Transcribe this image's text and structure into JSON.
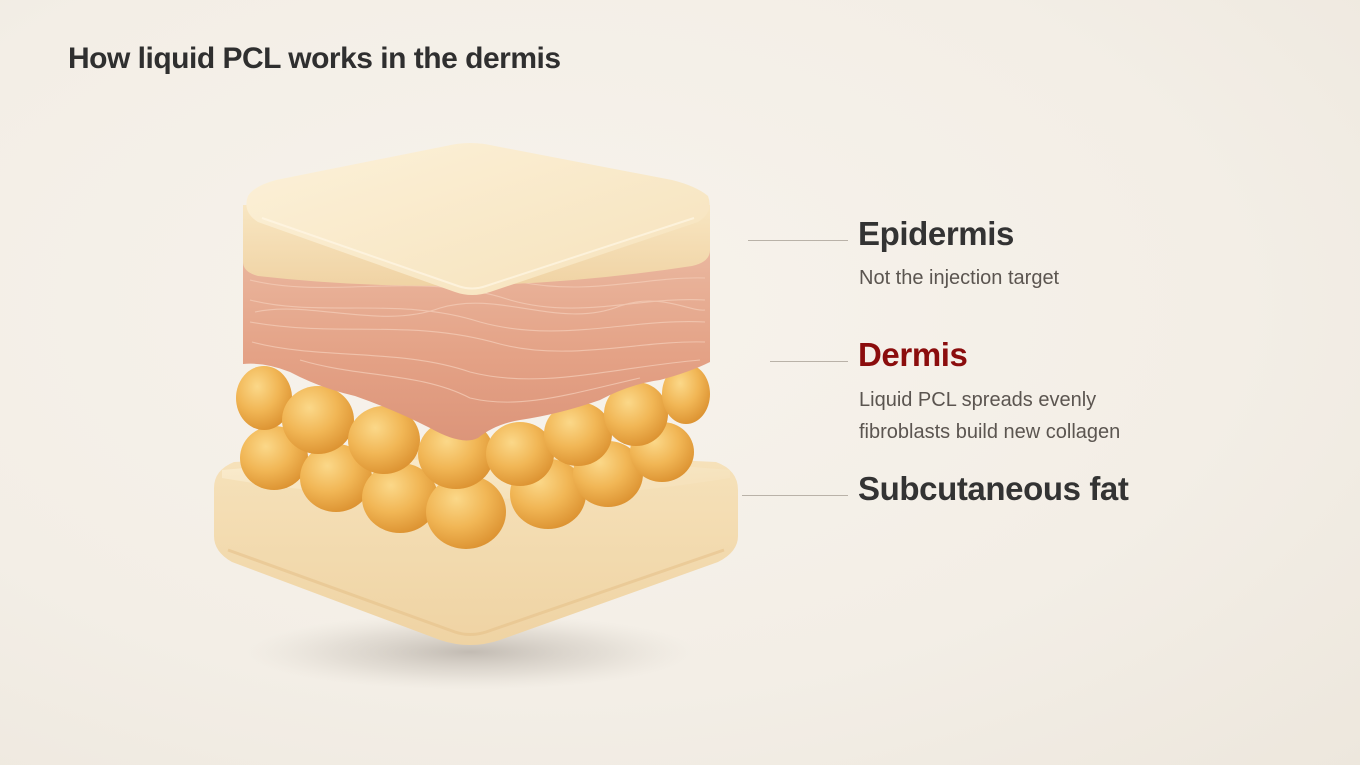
{
  "page": {
    "title": "How liquid PCL works in the dermis"
  },
  "layers": [
    {
      "key": "epidermis",
      "name": "Epidermis",
      "description": [
        "Not the injection target"
      ],
      "emphasis": false
    },
    {
      "key": "dermis",
      "name": "Dermis",
      "description": [
        "Liquid PCL spreads evenly",
        "fibroblasts build new collagen"
      ],
      "emphasis": true
    },
    {
      "key": "fat",
      "name": "Subcutaneous fat",
      "description": [],
      "emphasis": false
    }
  ],
  "colors": {
    "accent": "#8b0d0d",
    "epidermis": "#f6e3bd",
    "dermis": "#e8aa8f",
    "fat": "#f0b24c",
    "base": "#f4dcb1"
  },
  "icons": {
    "illustration": "skin-layer-block-illustration"
  }
}
